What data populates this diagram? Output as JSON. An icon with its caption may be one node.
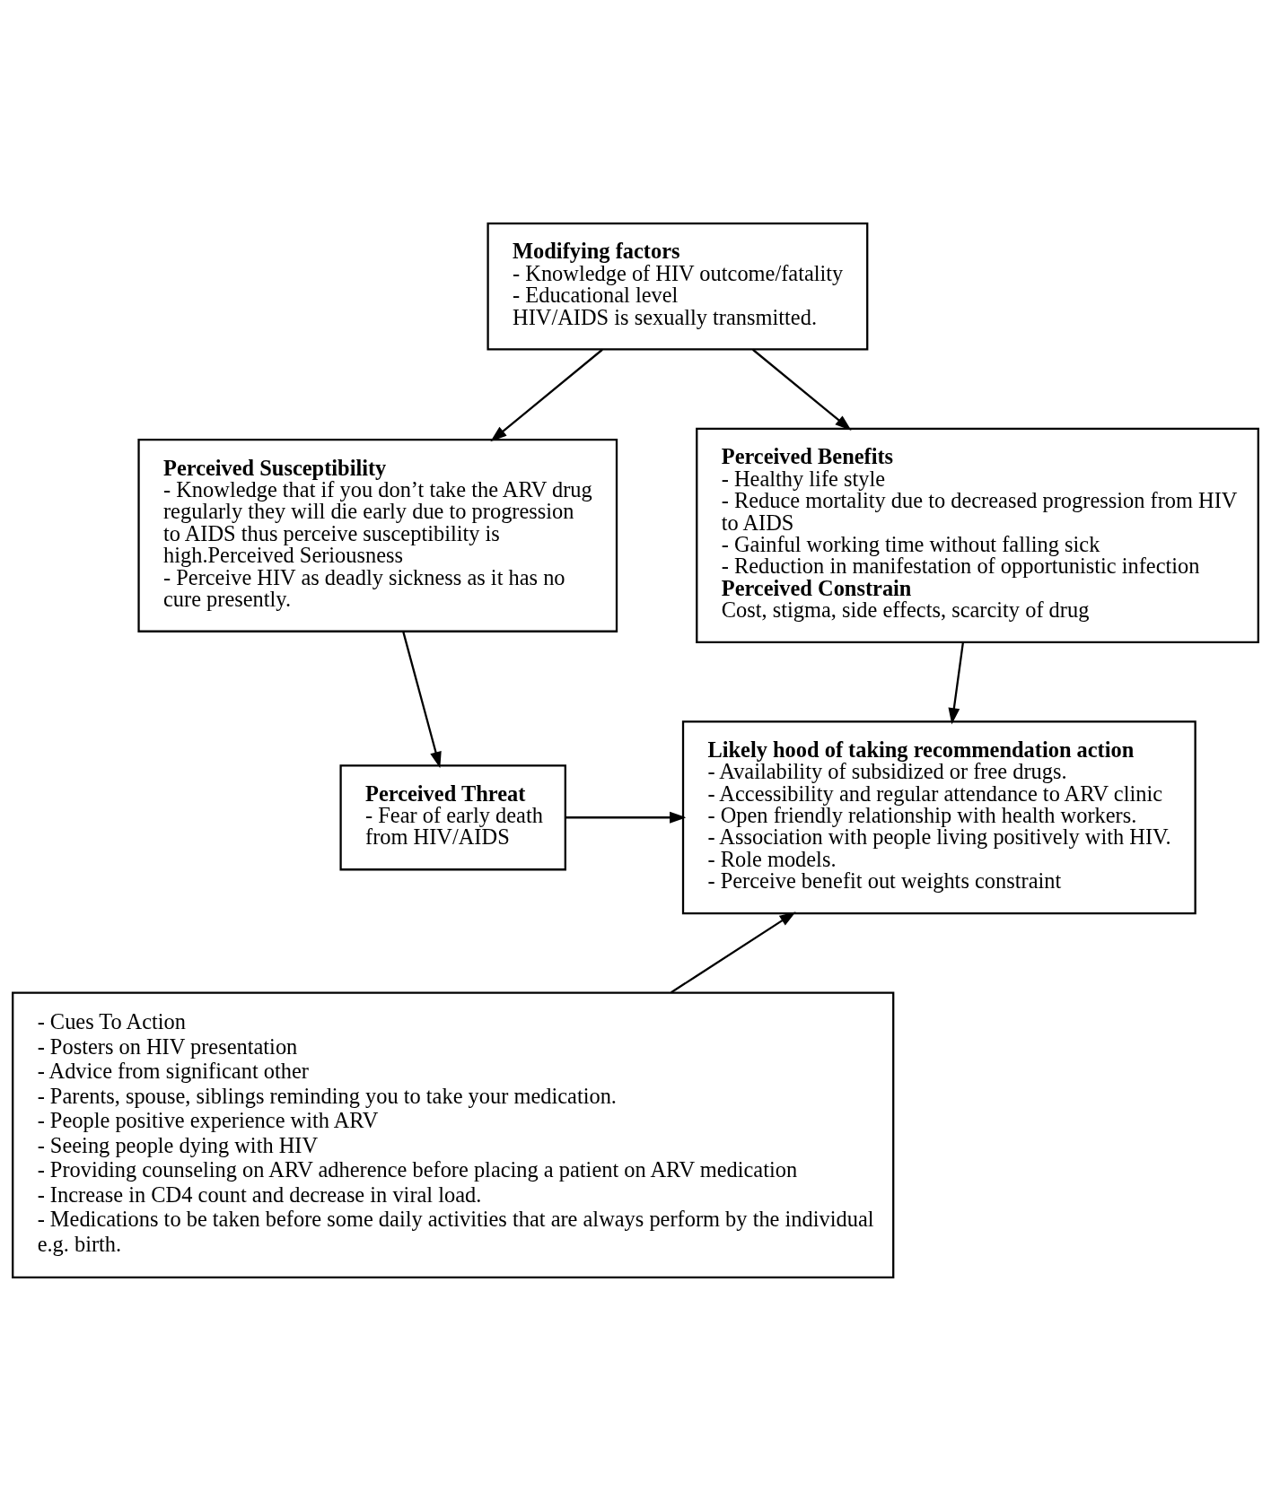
{
  "diagram": {
    "nodes": [
      {
        "text": [
          "Modifying factors",
          "- Knowledge of HIV outcome/fatality",
          "- Educational level",
          "HIV/AIDS is sexually transmitted."
        ]
      },
      {
        "text": [
          "Perceived Susceptibility",
          "- Knowledge that if you don’t take the ARV drug regularly they will die early due to progression to AIDS thus perceive susceptibility is high.Perceived Seriousness",
          "- Perceive HIV as deadly sickness as it has no cure presently."
        ]
      },
      {
        "text": [
          "Perceived Benefits",
          "- Healthy life style",
          "- Reduce mortality due to decreased progression from HIV to AIDS",
          "- Gainful working time without falling sick",
          "- Reduction in manifestation of opportunistic infection",
          "Perceived Constrain",
          "Cost, stigma, side effects, scarcity of drug"
        ]
      },
      {
        "text": [
          "Perceived Threat",
          "- Fear of early death from HIV/AIDS"
        ]
      },
      {
        "text": [
          "Likely hood of taking recommendation action",
          "- Availability of subsidized or free drugs.",
          "- Accessibility and regular attendance to ARV clinic",
          "- Open friendly relationship with health workers.",
          "- Association with people living positively with HIV.",
          "- Role models.",
          "- Perceive benefit out weights constraint"
        ]
      },
      {
        "text": [
          "- Cues To Action",
          "- Posters on HIV presentation",
          "- Advice from significant other",
          "- Parents, spouse, siblings reminding you to take your medication.",
          "- People positive experience with ARV",
          "- Seeing people dying with HIV",
          "- Providing counseling on ARV adherence before placing a patient on ARV medication",
          "- Increase in CD4 count and decrease in viral load.",
          "- Medications to be taken before some daily activities that are always perform by the individual e.g. birth."
        ]
      }
    ],
    "edges": [
      {
        "from": 0,
        "to": 1,
        "arrow": "to"
      },
      {
        "from": 0,
        "to": 2,
        "arrow": "to"
      },
      {
        "from": 1,
        "to": 3,
        "arrow": "to"
      },
      {
        "from": 3,
        "to": 4,
        "arrow": "to"
      },
      {
        "from": 2,
        "to": 4,
        "arrow": "to"
      },
      {
        "from": 5,
        "to": 4,
        "arrow": "to"
      }
    ]
  }
}
